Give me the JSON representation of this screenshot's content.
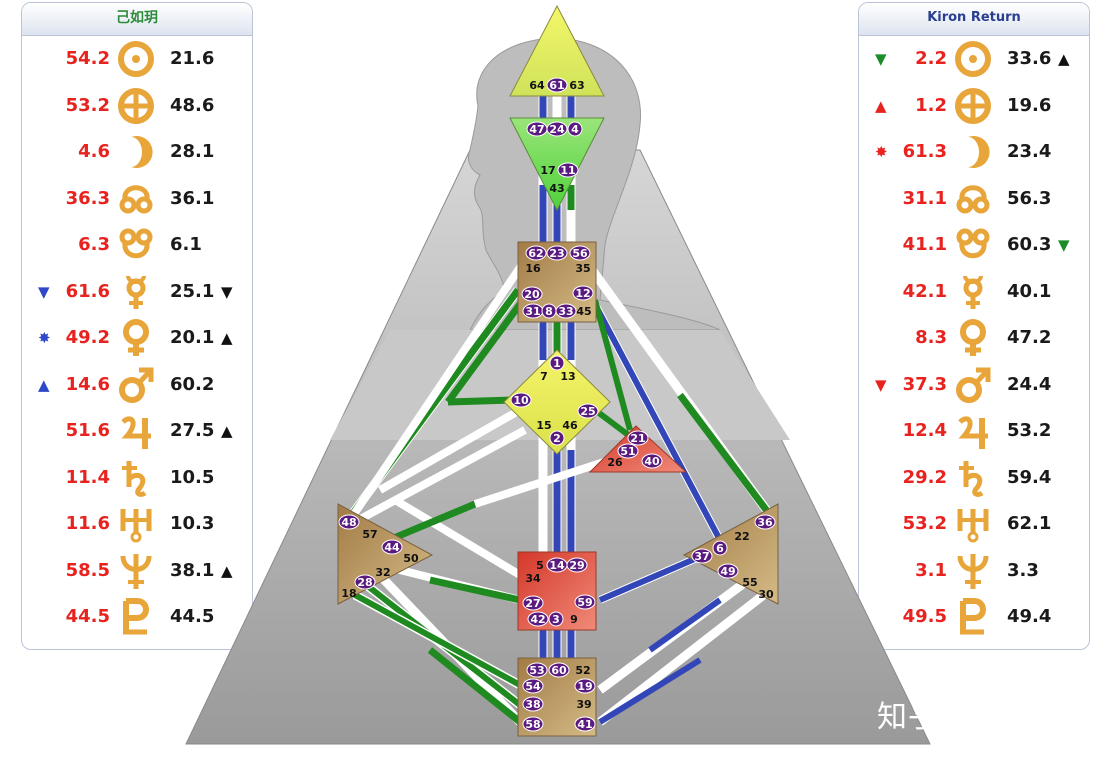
{
  "left_panel": {
    "title": "己如玥",
    "rows": [
      {
        "planet": "sun-icon",
        "design": "54.2",
        "personality": "21.6",
        "mark_left": "",
        "mark_right": ""
      },
      {
        "planet": "earth-icon",
        "design": "53.2",
        "personality": "48.6",
        "mark_left": "",
        "mark_right": ""
      },
      {
        "planet": "moon-icon",
        "design": "4.6",
        "personality": "28.1",
        "mark_left": "",
        "mark_right": ""
      },
      {
        "planet": "north-node-icon",
        "design": "36.3",
        "personality": "36.1",
        "mark_left": "",
        "mark_right": ""
      },
      {
        "planet": "south-node-icon",
        "design": "6.3",
        "personality": "6.1",
        "mark_left": "",
        "mark_right": ""
      },
      {
        "planet": "mercury-icon",
        "design": "61.6",
        "personality": "25.1",
        "mark_left": "▼",
        "mark_right": "▼"
      },
      {
        "planet": "venus-icon",
        "design": "49.2",
        "personality": "20.1",
        "mark_left": "✸",
        "mark_right": "▲"
      },
      {
        "planet": "mars-icon",
        "design": "14.6",
        "personality": "60.2",
        "mark_left": "▲",
        "mark_right": ""
      },
      {
        "planet": "jupiter-icon",
        "design": "51.6",
        "personality": "27.5",
        "mark_left": "",
        "mark_right": "▲"
      },
      {
        "planet": "saturn-icon",
        "design": "11.4",
        "personality": "10.5",
        "mark_left": "",
        "mark_right": ""
      },
      {
        "planet": "uranus-icon",
        "design": "11.6",
        "personality": "10.3",
        "mark_left": "",
        "mark_right": ""
      },
      {
        "planet": "neptune-icon",
        "design": "58.5",
        "personality": "38.1",
        "mark_left": "",
        "mark_right": "▲"
      },
      {
        "planet": "pluto-icon",
        "design": "44.5",
        "personality": "44.5",
        "mark_left": "",
        "mark_right": ""
      }
    ]
  },
  "right_panel": {
    "title": "Kiron Return",
    "rows": [
      {
        "planet": "sun-icon",
        "design": "2.2",
        "personality": "33.6",
        "mark_left": "▼",
        "mark_right": "▲"
      },
      {
        "planet": "earth-icon",
        "design": "1.2",
        "personality": "19.6",
        "mark_left": "▲",
        "mark_right": ""
      },
      {
        "planet": "moon-icon",
        "design": "61.3",
        "personality": "23.4",
        "mark_left": "✸",
        "mark_right": ""
      },
      {
        "planet": "north-node-icon",
        "design": "31.1",
        "personality": "56.3",
        "mark_left": "",
        "mark_right": ""
      },
      {
        "planet": "south-node-icon",
        "design": "41.1",
        "personality": "60.3",
        "mark_left": "",
        "mark_right": "▼"
      },
      {
        "planet": "mercury-icon",
        "design": "42.1",
        "personality": "40.1",
        "mark_left": "",
        "mark_right": ""
      },
      {
        "planet": "venus-icon",
        "design": "8.3",
        "personality": "47.2",
        "mark_left": "",
        "mark_right": ""
      },
      {
        "planet": "mars-icon",
        "design": "37.3",
        "personality": "24.4",
        "mark_left": "▼",
        "mark_right": ""
      },
      {
        "planet": "jupiter-icon",
        "design": "12.4",
        "personality": "53.2",
        "mark_left": "",
        "mark_right": ""
      },
      {
        "planet": "saturn-icon",
        "design": "29.2",
        "personality": "59.4",
        "mark_left": "",
        "mark_right": ""
      },
      {
        "planet": "uranus-icon",
        "design": "53.2",
        "personality": "62.1",
        "mark_left": "",
        "mark_right": ""
      },
      {
        "planet": "neptune-icon",
        "design": "3.1",
        "personality": "3.3",
        "mark_left": "",
        "mark_right": ""
      },
      {
        "planet": "pluto-icon",
        "design": "49.5",
        "personality": "49.4",
        "mark_left": "",
        "mark_right": ""
      }
    ]
  },
  "mark_colors": {
    "left_mark_left": "#2f48c8",
    "left_mark_right": "#111111",
    "right_mark_red": "#e8231f",
    "right_mark_green": "#1a8c2a"
  },
  "colors": {
    "design_red": "#e8231f",
    "planet_gold": "#e8a53a",
    "gate_purple": "#5b1a80",
    "channel_green": "#1f8a1f",
    "channel_blue": "#3346b8"
  },
  "centers": {
    "head": {
      "gates": [
        "64",
        "61",
        "63"
      ]
    },
    "ajna": {
      "gates": [
        "47",
        "24",
        "4",
        "17",
        "11",
        "43"
      ]
    },
    "throat": {
      "gates": [
        "62",
        "23",
        "56",
        "16",
        "35",
        "20",
        "12",
        "31",
        "8",
        "33",
        "45"
      ]
    },
    "g": {
      "gates": [
        "1",
        "7",
        "13",
        "10",
        "25",
        "15",
        "46",
        "2"
      ]
    },
    "ego": {
      "gates": [
        "21",
        "51",
        "26",
        "40"
      ]
    },
    "spleen": {
      "gates": [
        "48",
        "57",
        "44",
        "50",
        "32",
        "28",
        "18"
      ]
    },
    "sacral": {
      "gates": [
        "5",
        "14",
        "29",
        "34",
        "27",
        "59",
        "42",
        "3",
        "9"
      ]
    },
    "solar_plexus": {
      "gates": [
        "36",
        "22",
        "6",
        "37",
        "49",
        "55",
        "30"
      ]
    },
    "root": {
      "gates": [
        "53",
        "60",
        "52",
        "54",
        "19",
        "39",
        "38",
        "58",
        "41"
      ]
    }
  },
  "watermark": "知乎 @己如玥"
}
